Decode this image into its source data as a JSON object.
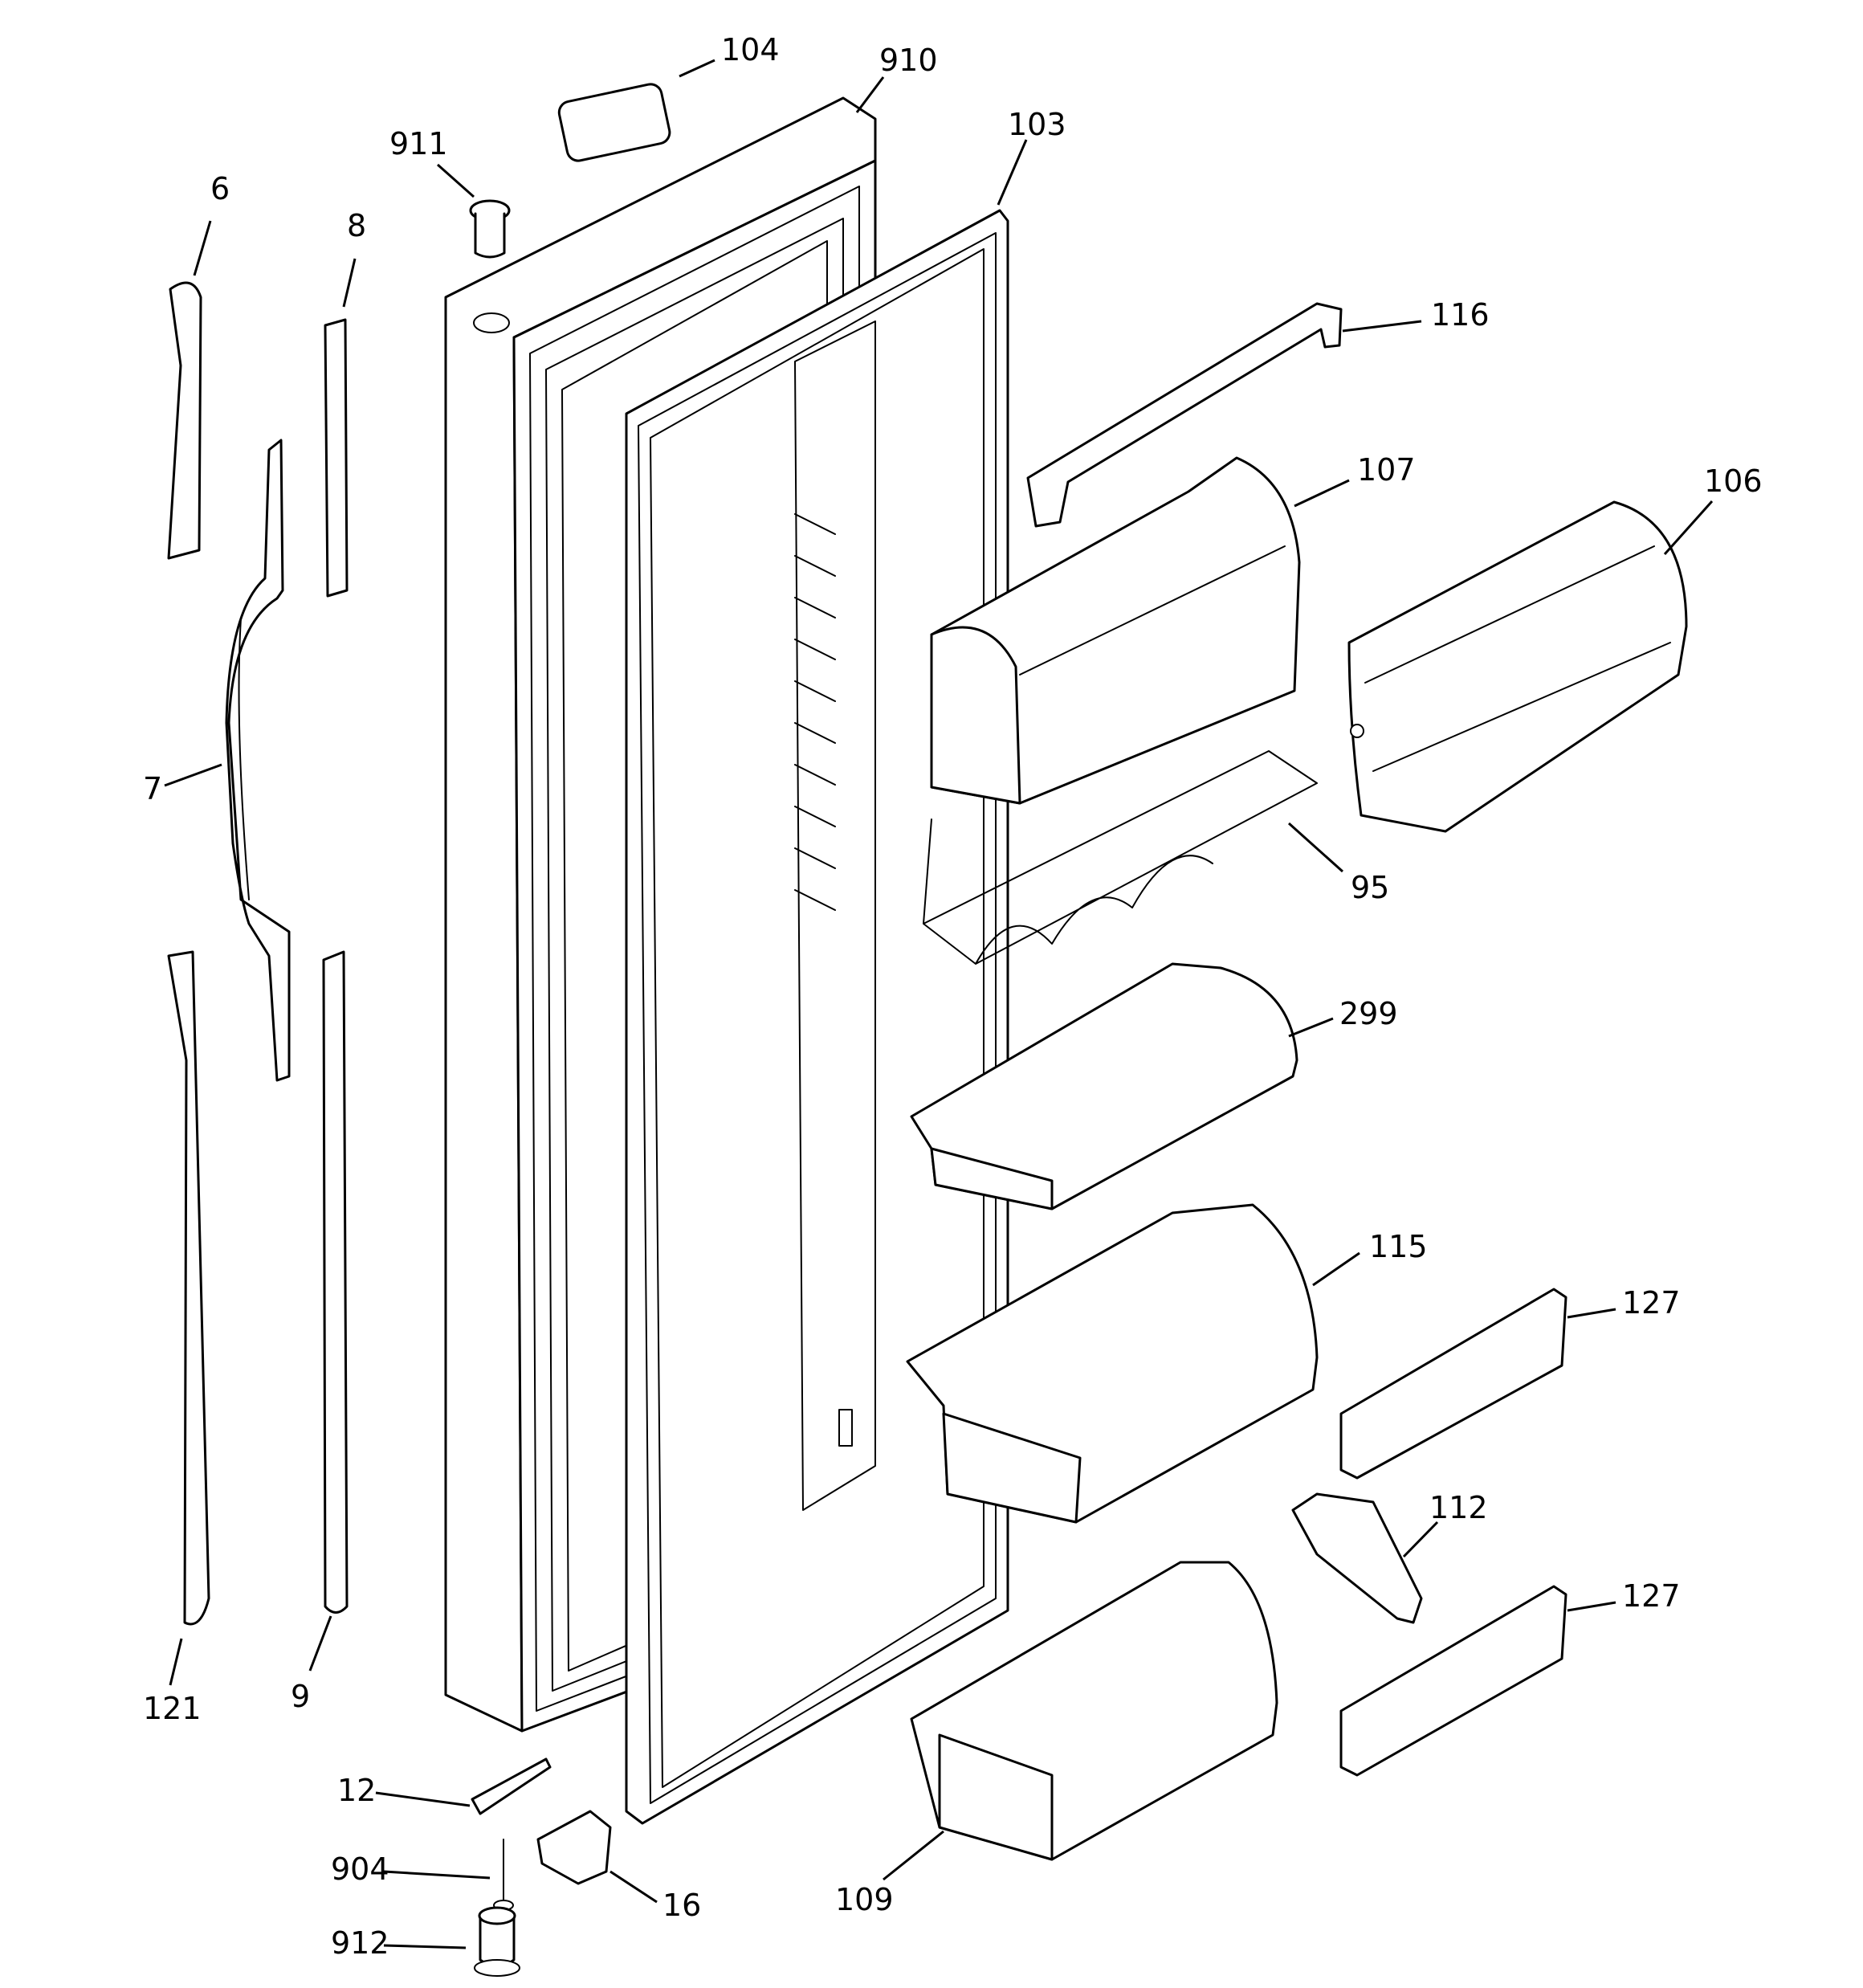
{
  "diagram": {
    "callouts": [
      {
        "id": "c-104",
        "label": "104"
      },
      {
        "id": "c-910",
        "label": "910"
      },
      {
        "id": "c-911",
        "label": "911"
      },
      {
        "id": "c-103",
        "label": "103"
      },
      {
        "id": "c-6",
        "label": "6"
      },
      {
        "id": "c-8",
        "label": "8"
      },
      {
        "id": "c-116",
        "label": "116"
      },
      {
        "id": "c-107",
        "label": "107"
      },
      {
        "id": "c-106",
        "label": "106"
      },
      {
        "id": "c-7",
        "label": "7"
      },
      {
        "id": "c-95",
        "label": "95"
      },
      {
        "id": "c-299",
        "label": "299"
      },
      {
        "id": "c-115",
        "label": "115"
      },
      {
        "id": "c-127a",
        "label": "127"
      },
      {
        "id": "c-112",
        "label": "112"
      },
      {
        "id": "c-127b",
        "label": "127"
      },
      {
        "id": "c-121",
        "label": "121"
      },
      {
        "id": "c-9",
        "label": "9"
      },
      {
        "id": "c-12",
        "label": "12"
      },
      {
        "id": "c-904",
        "label": "904"
      },
      {
        "id": "c-16",
        "label": "16"
      },
      {
        "id": "c-109",
        "label": "109"
      },
      {
        "id": "c-912",
        "label": "912"
      }
    ]
  }
}
